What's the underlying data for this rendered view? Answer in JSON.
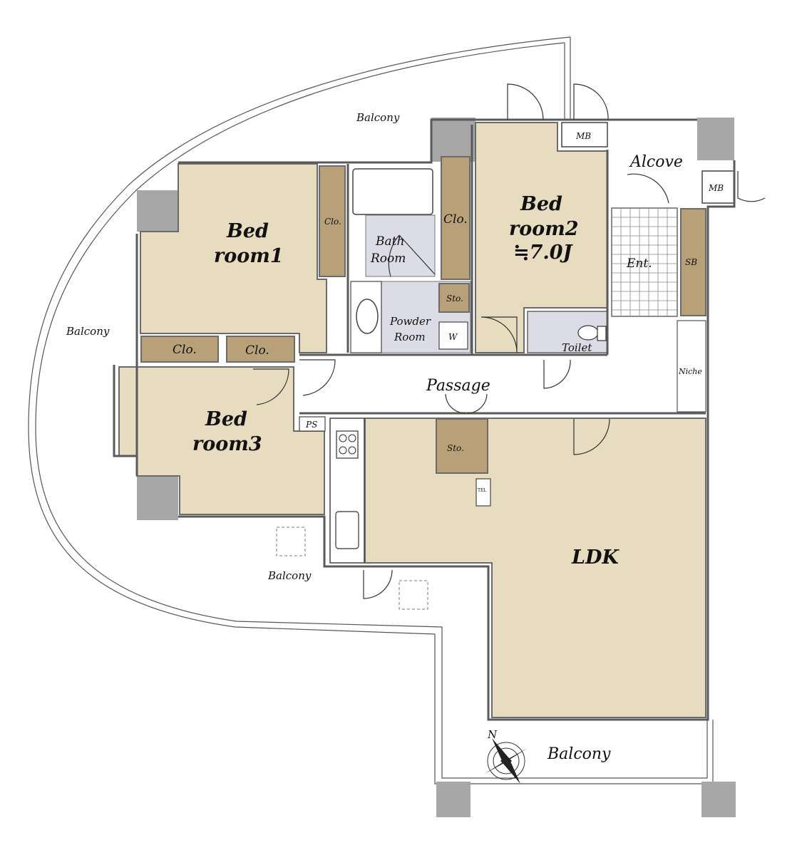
{
  "plan": {
    "colors": {
      "room_fill": "#e8dcc0",
      "storage_fill": "#b8a079",
      "wet_fill": "#dcdce6",
      "pillar_fill": "#a7a7a7",
      "wall_color": "#5a5a5a"
    },
    "labels": {
      "balcony_top": "Balcony",
      "balcony_left": "Balcony",
      "balcony_mid": "Balcony",
      "balcony_bottom": "Balcony",
      "bed1_line1": "Bed",
      "bed1_line2": "room1",
      "bed2_line1": "Bed",
      "bed2_line2": "room2",
      "bed2_size": "≒7.0J",
      "bed3_line1": "Bed",
      "bed3_line2": "room3",
      "ldk": "LDK",
      "bath_line1": "Bath",
      "bath_line2": "Room",
      "powder_line1": "Powder",
      "powder_line2": "Room",
      "clo_bed1": "Clo.",
      "clo_bed2": "Clo.",
      "clo_left": "Clo.",
      "clo_right": "Clo.",
      "sto_powder": "Sto.",
      "sto_ldk": "Sto.",
      "washer": "W",
      "toilet": "Toilet",
      "passage": "Passage",
      "alcove": "Alcove",
      "entrance": "Ent.",
      "shoe_box": "SB",
      "niche": "Niche",
      "mb_1": "MB",
      "mb_2": "MB",
      "pipe_space": "PS",
      "tel": "TEL",
      "compass_n": "N"
    }
  }
}
